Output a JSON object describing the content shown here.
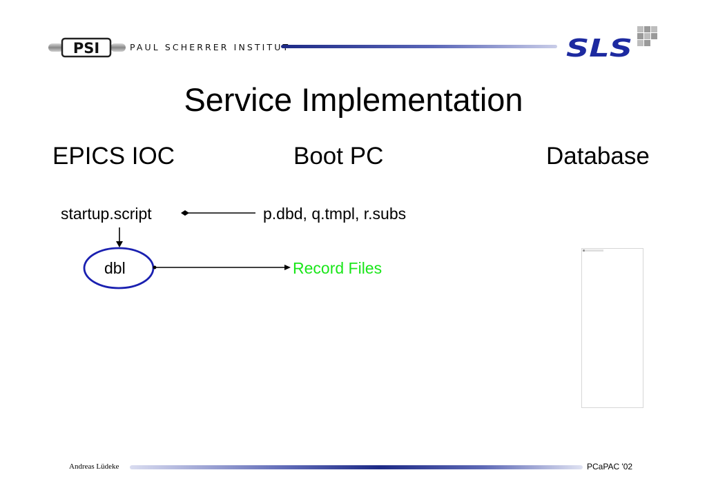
{
  "header": {
    "psi_logo_text": "PSI",
    "institute": "PAUL SCHERRER INSTITUT",
    "sls_logo_text": "SLS"
  },
  "title": "Service Implementation",
  "columns": {
    "epics": "EPICS IOC",
    "boot": "Boot PC",
    "database": "Database"
  },
  "nodes": {
    "startup": "startup.script",
    "pdbd": "p.dbd, q.tmpl, r.subs",
    "dbl": "dbl",
    "record_files": "Record Files"
  },
  "colors": {
    "ellipse_stroke": "#1a20b0",
    "record_files_text": "#19e619",
    "brand_navy": "#1d2a86"
  },
  "footer": {
    "author": "Andreas Lüdeke",
    "event": "PCaPAC '02"
  }
}
